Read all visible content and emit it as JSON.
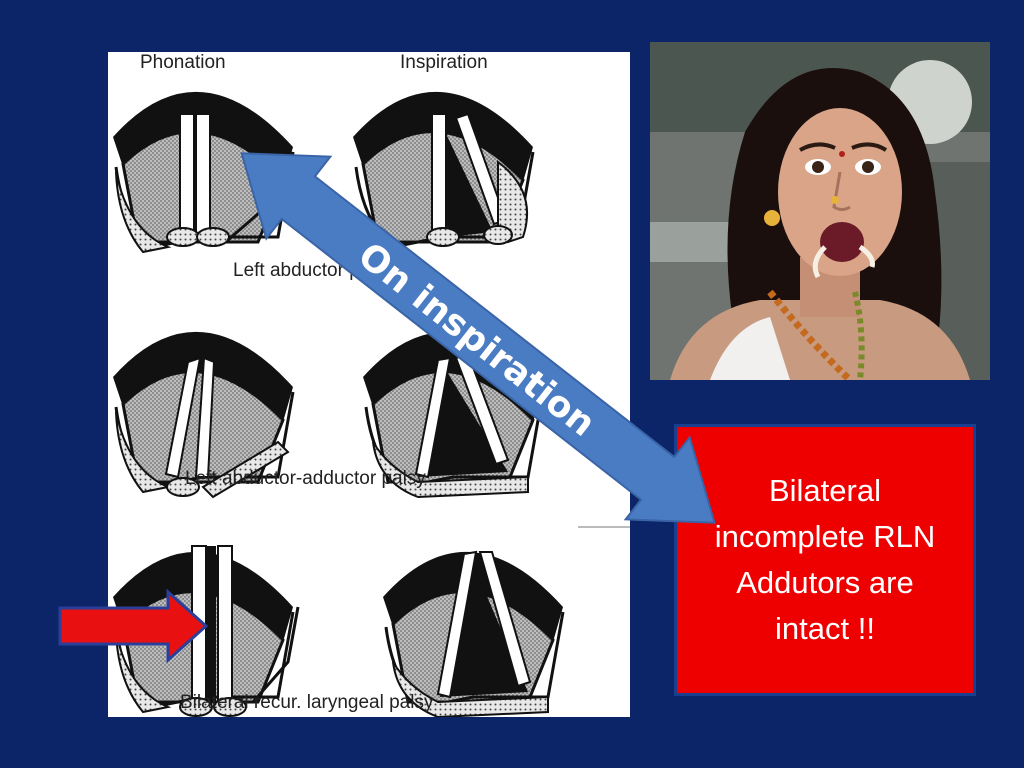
{
  "diagram": {
    "col_headers": [
      "Phonation",
      "Inspiration"
    ],
    "row_labels": [
      "Left abductor palsy",
      "Left abductor-adductor palsy",
      "Bilateral recur. laryngeal palsy"
    ]
  },
  "arrow_label": "On inspiration",
  "callout": {
    "lines": [
      "Bilateral",
      "incomplete RLN",
      "Addutors are",
      "intact !!"
    ]
  },
  "colors": {
    "background": "#0b2568",
    "callout_fill": "#ee0000",
    "arrow_blue": "#4a7cc4",
    "arrow_red": "#e81010"
  },
  "icons": [
    "red-pointer-arrow-icon",
    "double-headed-arrow-icon"
  ]
}
